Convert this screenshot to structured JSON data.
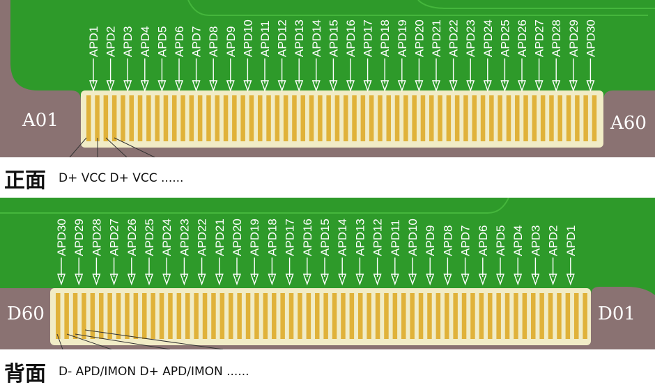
{
  "front": {
    "caption": "正面",
    "pin_note": "D+ VCC D+ VCC ......",
    "left_label": "A01",
    "right_label": "A60",
    "apd_labels": [
      "APD1",
      "APD2",
      "APD3",
      "APD4",
      "APD5",
      "APD6",
      "APD7",
      "APD8",
      "APD9",
      "APD10",
      "APD11",
      "APD12",
      "APD13",
      "APD14",
      "APD15",
      "APD16",
      "APD17",
      "APD18",
      "APD19",
      "APD20",
      "APD21",
      "APD22",
      "APD23",
      "APD24",
      "APD25",
      "APD26",
      "APD27",
      "APD28",
      "APD29",
      "APD30"
    ]
  },
  "back": {
    "caption": "背面",
    "pin_note": "D-  APD/IMON  D+  APD/IMON  ......",
    "left_label": "D60",
    "right_label": "D01",
    "apd_labels": [
      "APD30",
      "APD29",
      "APD28",
      "APD27",
      "APD26",
      "APD25",
      "APD24",
      "APD23",
      "APD22",
      "APD21",
      "APD20",
      "APD19",
      "APD18",
      "APD17",
      "APD16",
      "APD15",
      "APD14",
      "APD13",
      "APD12",
      "APD11",
      "APD10",
      "APD9",
      "APD8",
      "APD7",
      "APD6",
      "APD5",
      "APD4",
      "APD3",
      "APD2",
      "APD1"
    ]
  },
  "colors": {
    "board_green": "#2e9a2a",
    "trace_green": "#3fae38",
    "background_brown": "#8a7272",
    "gold": "#e0b23a",
    "cream": "#f1ecc6",
    "arrow": "#ffffff"
  }
}
